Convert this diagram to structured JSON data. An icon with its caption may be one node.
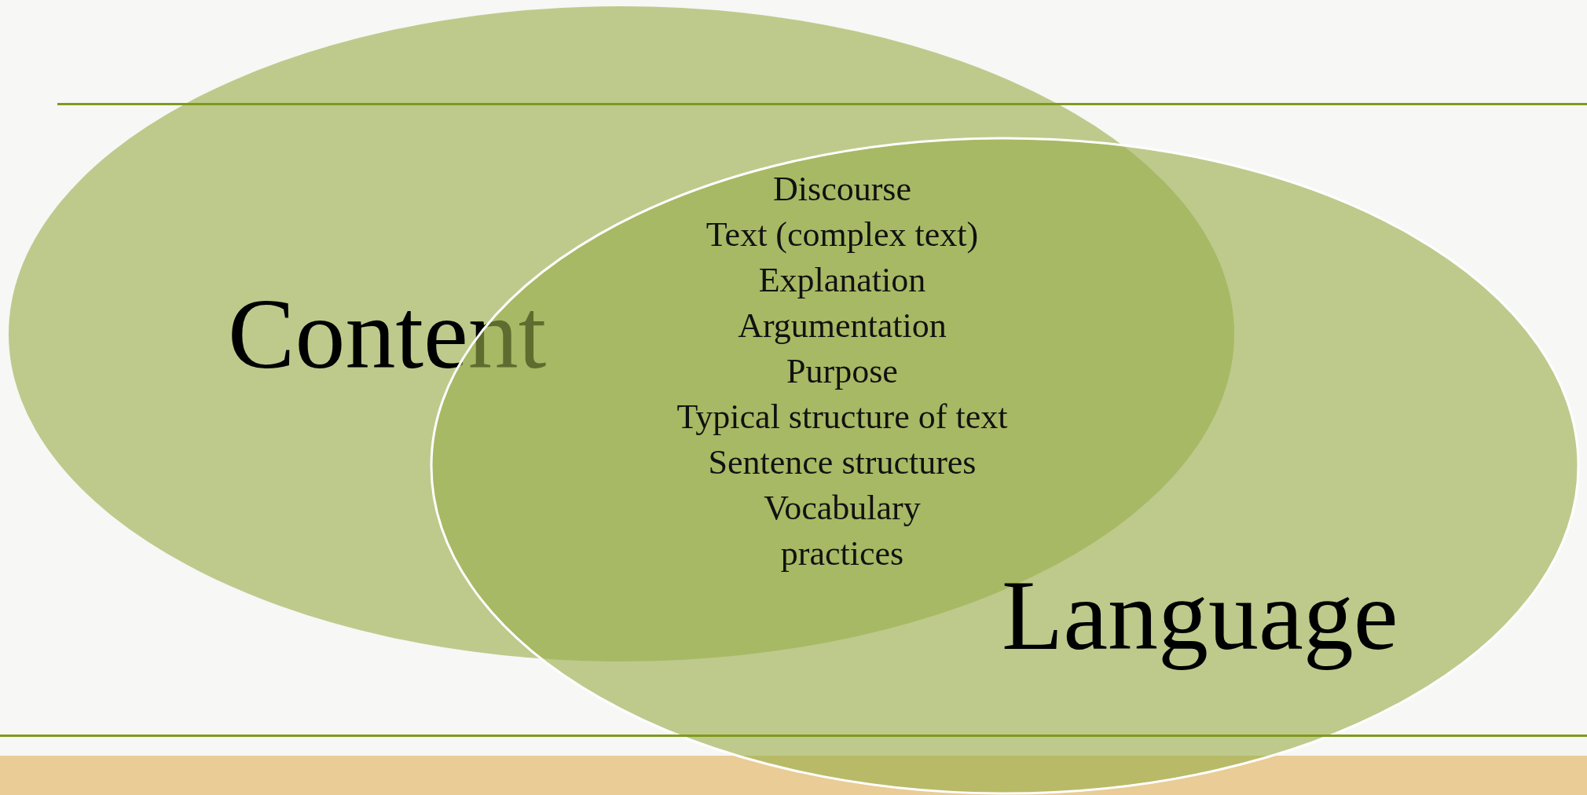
{
  "diagram": {
    "nodes": [
      {
        "text": [
          "Content"
        ]
      },
      {
        "text": [
          "Language"
        ]
      }
    ],
    "labels": [
      "Discourse",
      "Text (complex text)",
      "Explanation",
      "Argumentation",
      "Purpose",
      "Typical structure of text",
      "Sentence structures",
      "Vocabulary",
      "practices"
    ]
  }
}
